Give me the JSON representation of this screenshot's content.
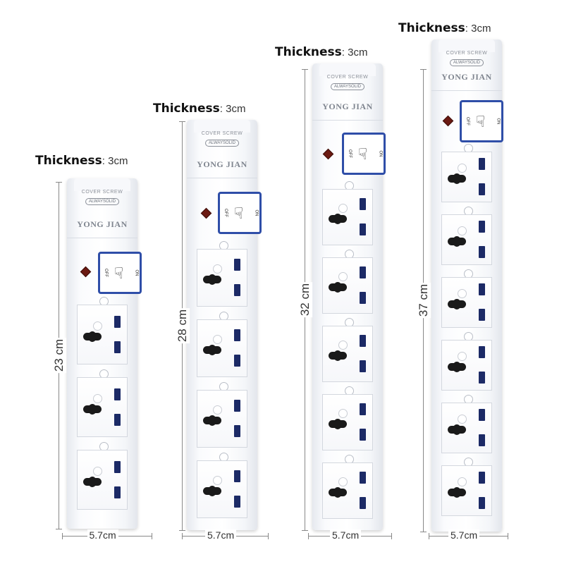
{
  "strips": [
    {
      "thickness_label": "Thickness",
      "thickness_value": "3cm",
      "height_label": "23 cm",
      "width_label": "5.7cm",
      "sockets": 3,
      "cover_text": "COVER SCREW",
      "stamp_text": "ALWAYSOLID",
      "brand": "YONG JIAN",
      "switch_off": "OFF",
      "switch_on": "ON"
    },
    {
      "thickness_label": "Thickness",
      "thickness_value": "3cm",
      "height_label": "28 cm",
      "width_label": "5.7cm",
      "sockets": 4,
      "cover_text": "COVER SCREW",
      "stamp_text": "ALWAYSOLID",
      "brand": "YONG JIAN",
      "switch_off": "OFF",
      "switch_on": "ON"
    },
    {
      "thickness_label": "Thickness",
      "thickness_value": "3cm",
      "height_label": "32 cm",
      "width_label": "5.7cm",
      "sockets": 5,
      "cover_text": "COVER SCREW",
      "stamp_text": "ALWAYSOLID",
      "brand": "YONG JIAN",
      "switch_off": "OFF",
      "switch_on": "ON"
    },
    {
      "thickness_label": "Thickness",
      "thickness_value": "3cm",
      "height_label": "37 cm",
      "width_label": "5.7cm",
      "sockets": 6,
      "cover_text": "COVER SCREW",
      "stamp_text": "ALWAYSOLID",
      "brand": "YONG JIAN",
      "switch_off": "OFF",
      "switch_on": "ON"
    }
  ],
  "colors": {
    "switch_frame": "#2f4ea8",
    "pin": "#1c2a66",
    "indicator": "#6b1a12"
  },
  "icons": [
    "hand-switch-icon",
    "indicator-light-icon"
  ]
}
